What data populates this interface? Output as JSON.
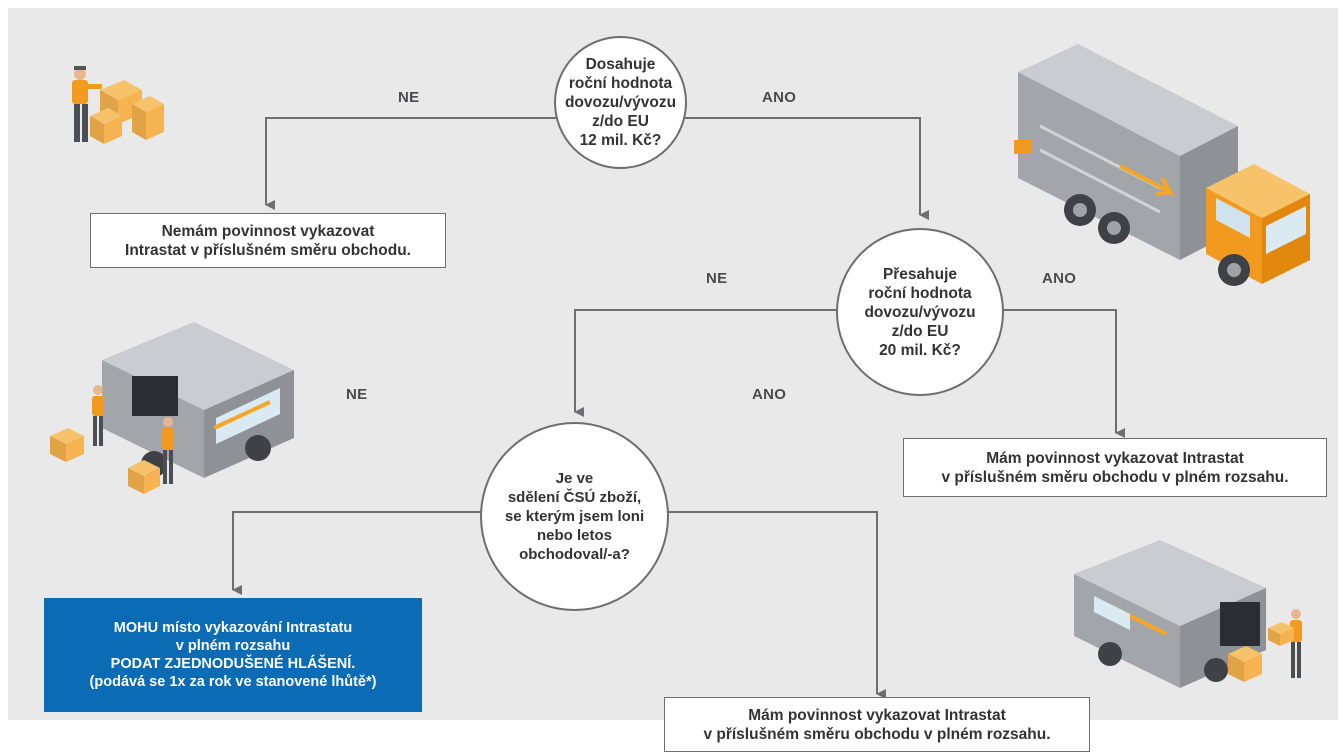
{
  "decision_1": "Dosahuje\nroční hodnota\ndovozu/vývozu\nz/do EU\n12 mil. Kč?",
  "decision_2": "Přesahuje\nroční hodnota\ndovozu/vývozu\nz/do EU\n20 mil. Kč?",
  "decision_3": "Je ve\nsdělení ČSÚ zboží,\nse kterým jsem loni\nnebo letos\nobchodoval/-a?",
  "outcome_no_obligation": "Nemám povinnost vykazovat\nIntrastat v příslušném směru obchodu.",
  "outcome_full_1": "Mám povinnost vykazovat Intrastat\nv příslušném směru obchodu v plném rozsahu.",
  "outcome_full_2": "Mám povinnost vykazovat Intrastat\nv příslušném směru obchodu v plném rozsahu.",
  "outcome_simplified": "MOHU místo vykazování Intrastatu\nv plném rozsahu\nPODAT ZJEDNODUŠENÉ HLÁŠENÍ.\n(podává se 1x za rok ve stanovené lhůtě*)",
  "labels": {
    "d1_no": "NE",
    "d1_yes": "ANO",
    "d2_no": "NE",
    "d2_yes": "ANO",
    "d3_no": "NE",
    "d3_yes": "ANO"
  },
  "colors": {
    "background": "#e9e9ea",
    "line": "#6e6e70",
    "accent_blue": "#0b6cb5",
    "orange": "#f5a623",
    "gray_vehicle": "#a8acb0"
  }
}
